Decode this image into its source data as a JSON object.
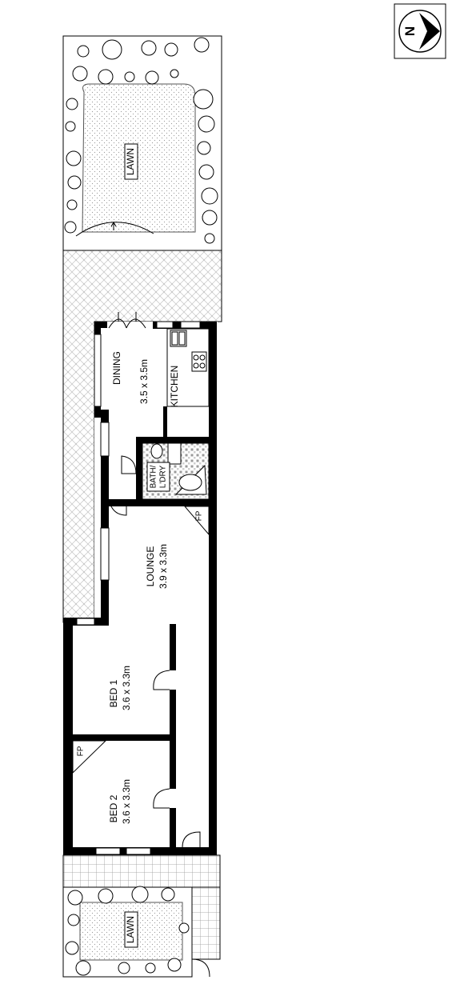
{
  "compass": {
    "letter": "N",
    "icon": "north-arrow-icon"
  },
  "rooms": {
    "lawn_rear": {
      "name": "LAWN"
    },
    "dining": {
      "name": "DINING",
      "dims": "3.5 x 3.5m"
    },
    "kitchen": {
      "name": "KITCHEN"
    },
    "bath": {
      "line1": "BATH/",
      "line2": "L'DRY"
    },
    "lounge": {
      "name": "LOUNGE",
      "dims": "3.9 x 3.3m",
      "fp": "FP"
    },
    "bed1": {
      "name": "BED 1",
      "dims": "3.6 x 3.3m"
    },
    "bed2": {
      "name": "BED 2",
      "dims": "3.6 x 3.3m",
      "fp": "FP"
    },
    "lawn_front": {
      "name": "LAWN"
    }
  },
  "colors": {
    "wall": "#000000",
    "paving": "#bdbdbd",
    "lawn": "#c8c8c8",
    "tile": "#8a8a8a"
  }
}
